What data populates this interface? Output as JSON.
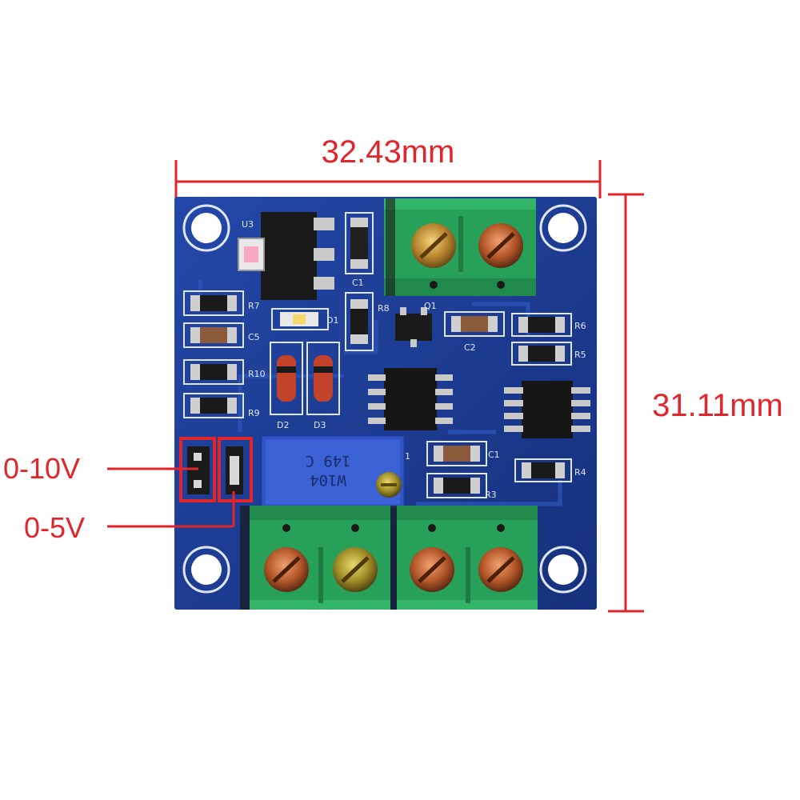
{
  "dimensions": {
    "width_label": "32.43mm",
    "height_label": "31.11mm"
  },
  "jumper_modes": {
    "upper": "0-10V",
    "lower": "0-5V"
  },
  "silkscreen": {
    "u1": "U3",
    "c1": "C1",
    "r7": "R7",
    "r8": "R8",
    "d1": "D1",
    "q1": "Q1",
    "c5": "C5",
    "r10": "R10",
    "r9": "R9",
    "d2": "D2",
    "d3": "D3",
    "c2": "C2",
    "r6": "R6",
    "r5": "R5",
    "c1b": "C1",
    "r4": "R4",
    "r3": "R3",
    "r1": "1"
  },
  "potentiometer": {
    "line1": "149 C",
    "line2": "W104"
  },
  "colors": {
    "annotation": "#e0262b",
    "pcb": "#1f3f9a",
    "terminal": "#27a05a",
    "pot": "#2f55c9"
  }
}
